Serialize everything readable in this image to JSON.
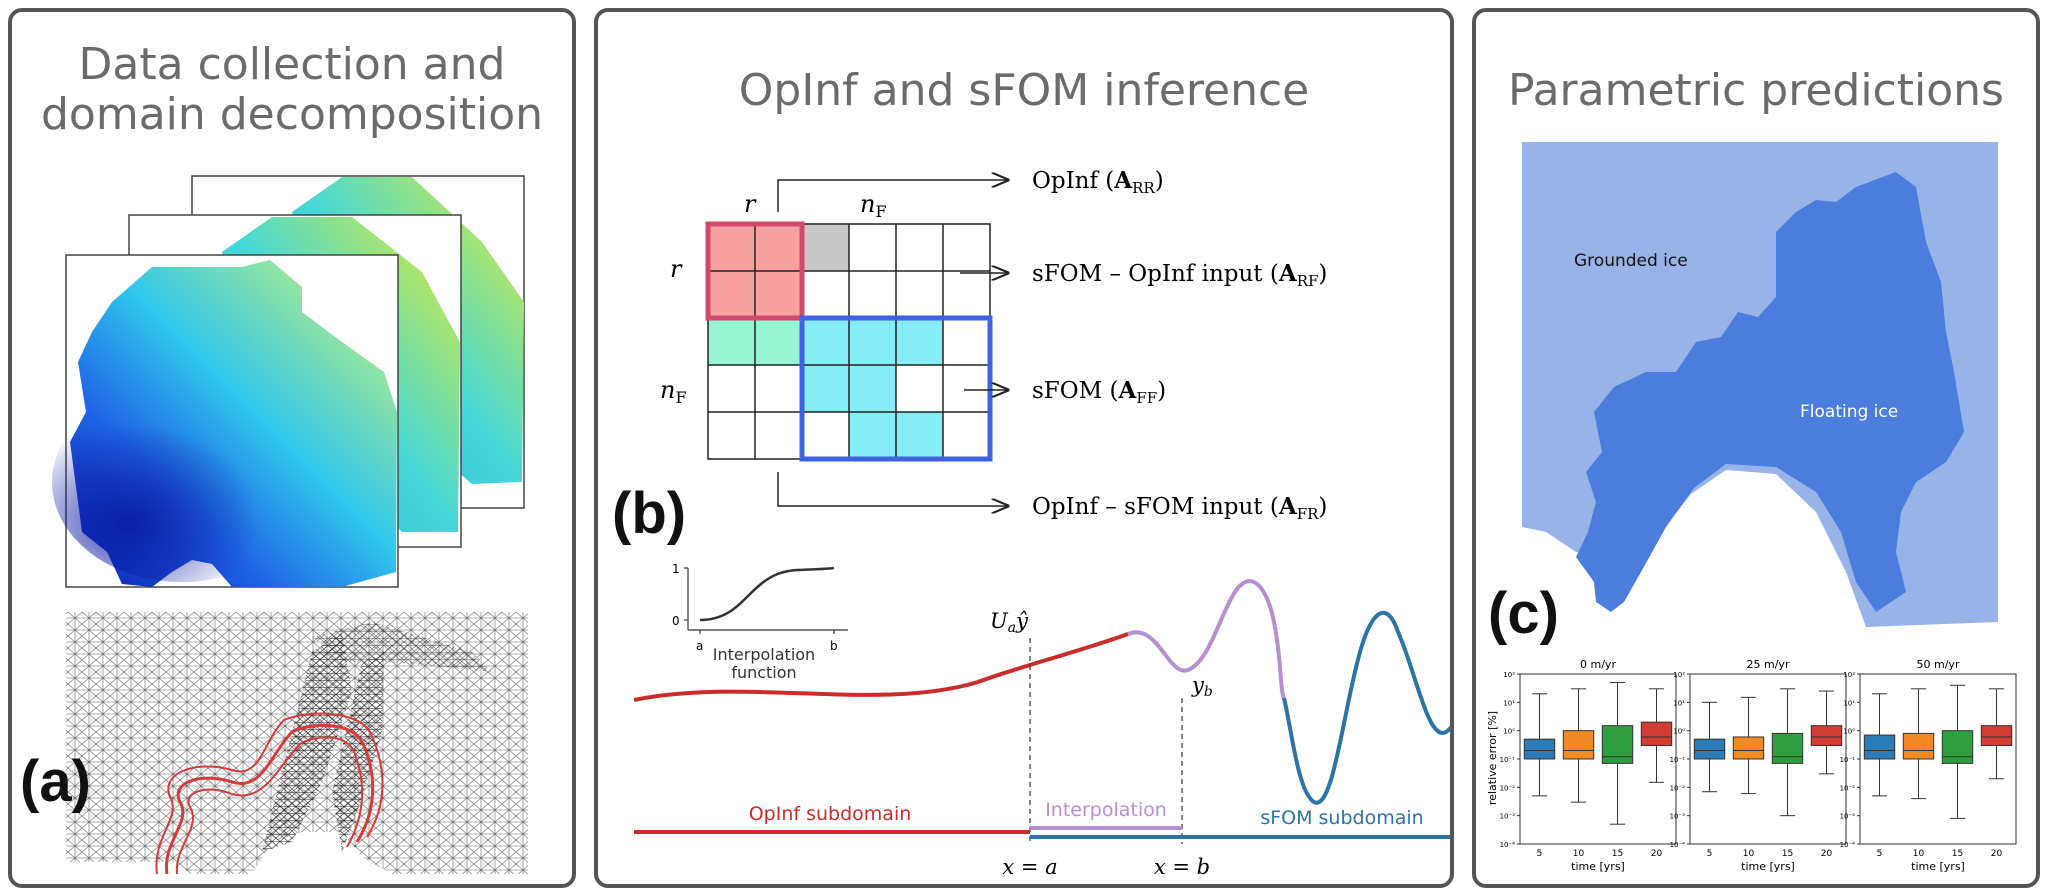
{
  "panels": {
    "a": {
      "title_line1": "Data collection and",
      "title_line2": "domain decomposition",
      "letter": "(a)"
    },
    "b": {
      "title": "OpInf and sFOM inference",
      "letter": "(b)",
      "matrix": {
        "col_r": "r",
        "col_nf": "n",
        "col_nf_sub": "F",
        "row_r": "r",
        "row_nf": "n",
        "row_nf_sub": "F"
      },
      "arrows": [
        {
          "text": "OpInf (",
          "bold": "A",
          "sub": "RR",
          "close": ")"
        },
        {
          "text": "sFOM – OpInf input (",
          "bold": "A",
          "sub": "RF",
          "close": ")"
        },
        {
          "text": "sFOM (",
          "bold": "A",
          "sub": "FF",
          "close": ")"
        },
        {
          "text": "OpInf – sFOM input (",
          "bold": "A",
          "sub": "FR",
          "close": ")"
        }
      ],
      "inset": {
        "y_ticks": [
          "1",
          "0"
        ],
        "x_ticks": [
          "a",
          "b"
        ],
        "label_line1": "Interpolation",
        "label_line2": "function"
      },
      "signal": {
        "left_label": "U",
        "left_label_sub": "a",
        "left_label_hat": "ŷ",
        "right_label": "y",
        "right_label_sub": "b",
        "x_a": "x = a",
        "x_b": "x = b"
      },
      "subdomains": {
        "opinf": "OpInf subdomain",
        "interp": "Interpolation",
        "sfom": "sFOM subdomain"
      },
      "colors": {
        "opinf": "#cc2b2b",
        "interp": "#b58fd1",
        "sfom": "#2a74a8",
        "rr_fill": "#f7a0a0",
        "rr_border": "#d14a6a",
        "ff_fill": "#86ecf5",
        "ff_border": "#3d62e3",
        "fr_fill": "#98f5d4",
        "rf_fill": "#c8c8c8"
      }
    },
    "c": {
      "title": "Parametric predictions",
      "letter": "(c)",
      "map": {
        "grounded_label": "Grounded ice",
        "floating_label": "Floating ice",
        "grounded_color": "#98b3e8",
        "floating_color": "#4a7ddc"
      },
      "boxplot_ylabel": "relative error [%]",
      "boxplot_xlabel": "time [yrs]",
      "y_ticks": [
        "10²",
        "10¹",
        "10⁰",
        "10⁻¹",
        "10⁻²",
        "10⁻³",
        "10⁻⁴"
      ]
    }
  },
  "chart_data": [
    {
      "type": "box",
      "title": "0 m/yr",
      "categories": [
        "5",
        "10",
        "15",
        "20"
      ],
      "yscale": "log",
      "ylim": [
        0.0001,
        100
      ],
      "colors": [
        "#2d7ab5",
        "#f08a24",
        "#2f9e3f",
        "#d23c32"
      ],
      "boxes": [
        {
          "whislo": 0.005,
          "q1": 0.1,
          "med": 0.2,
          "q3": 0.5,
          "whishi": 20
        },
        {
          "whislo": 0.003,
          "q1": 0.1,
          "med": 0.2,
          "q3": 1.0,
          "whishi": 30
        },
        {
          "whislo": 0.0005,
          "q1": 0.07,
          "med": 0.12,
          "q3": 1.5,
          "whishi": 50
        },
        {
          "whislo": 0.015,
          "q1": 0.3,
          "med": 0.6,
          "q3": 2.0,
          "whishi": 30
        }
      ]
    },
    {
      "type": "box",
      "title": "25 m/yr",
      "categories": [
        "5",
        "10",
        "15",
        "20"
      ],
      "yscale": "log",
      "ylim": [
        0.0001,
        100
      ],
      "colors": [
        "#2d7ab5",
        "#f08a24",
        "#2f9e3f",
        "#d23c32"
      ],
      "boxes": [
        {
          "whislo": 0.007,
          "q1": 0.1,
          "med": 0.2,
          "q3": 0.5,
          "whishi": 10
        },
        {
          "whislo": 0.006,
          "q1": 0.1,
          "med": 0.2,
          "q3": 0.6,
          "whishi": 15
        },
        {
          "whislo": 0.001,
          "q1": 0.07,
          "med": 0.12,
          "q3": 0.8,
          "whishi": 30
        },
        {
          "whislo": 0.03,
          "q1": 0.3,
          "med": 0.6,
          "q3": 1.5,
          "whishi": 25
        }
      ]
    },
    {
      "type": "box",
      "title": "50 m/yr",
      "categories": [
        "5",
        "10",
        "15",
        "20"
      ],
      "yscale": "log",
      "ylim": [
        0.0001,
        100
      ],
      "colors": [
        "#2d7ab5",
        "#f08a24",
        "#2f9e3f",
        "#d23c32"
      ],
      "boxes": [
        {
          "whislo": 0.005,
          "q1": 0.1,
          "med": 0.2,
          "q3": 0.7,
          "whishi": 20
        },
        {
          "whislo": 0.004,
          "q1": 0.1,
          "med": 0.2,
          "q3": 0.8,
          "whishi": 30
        },
        {
          "whislo": 0.0008,
          "q1": 0.07,
          "med": 0.12,
          "q3": 1.0,
          "whishi": 40
        },
        {
          "whislo": 0.02,
          "q1": 0.3,
          "med": 0.6,
          "q3": 1.5,
          "whishi": 30
        }
      ]
    }
  ]
}
